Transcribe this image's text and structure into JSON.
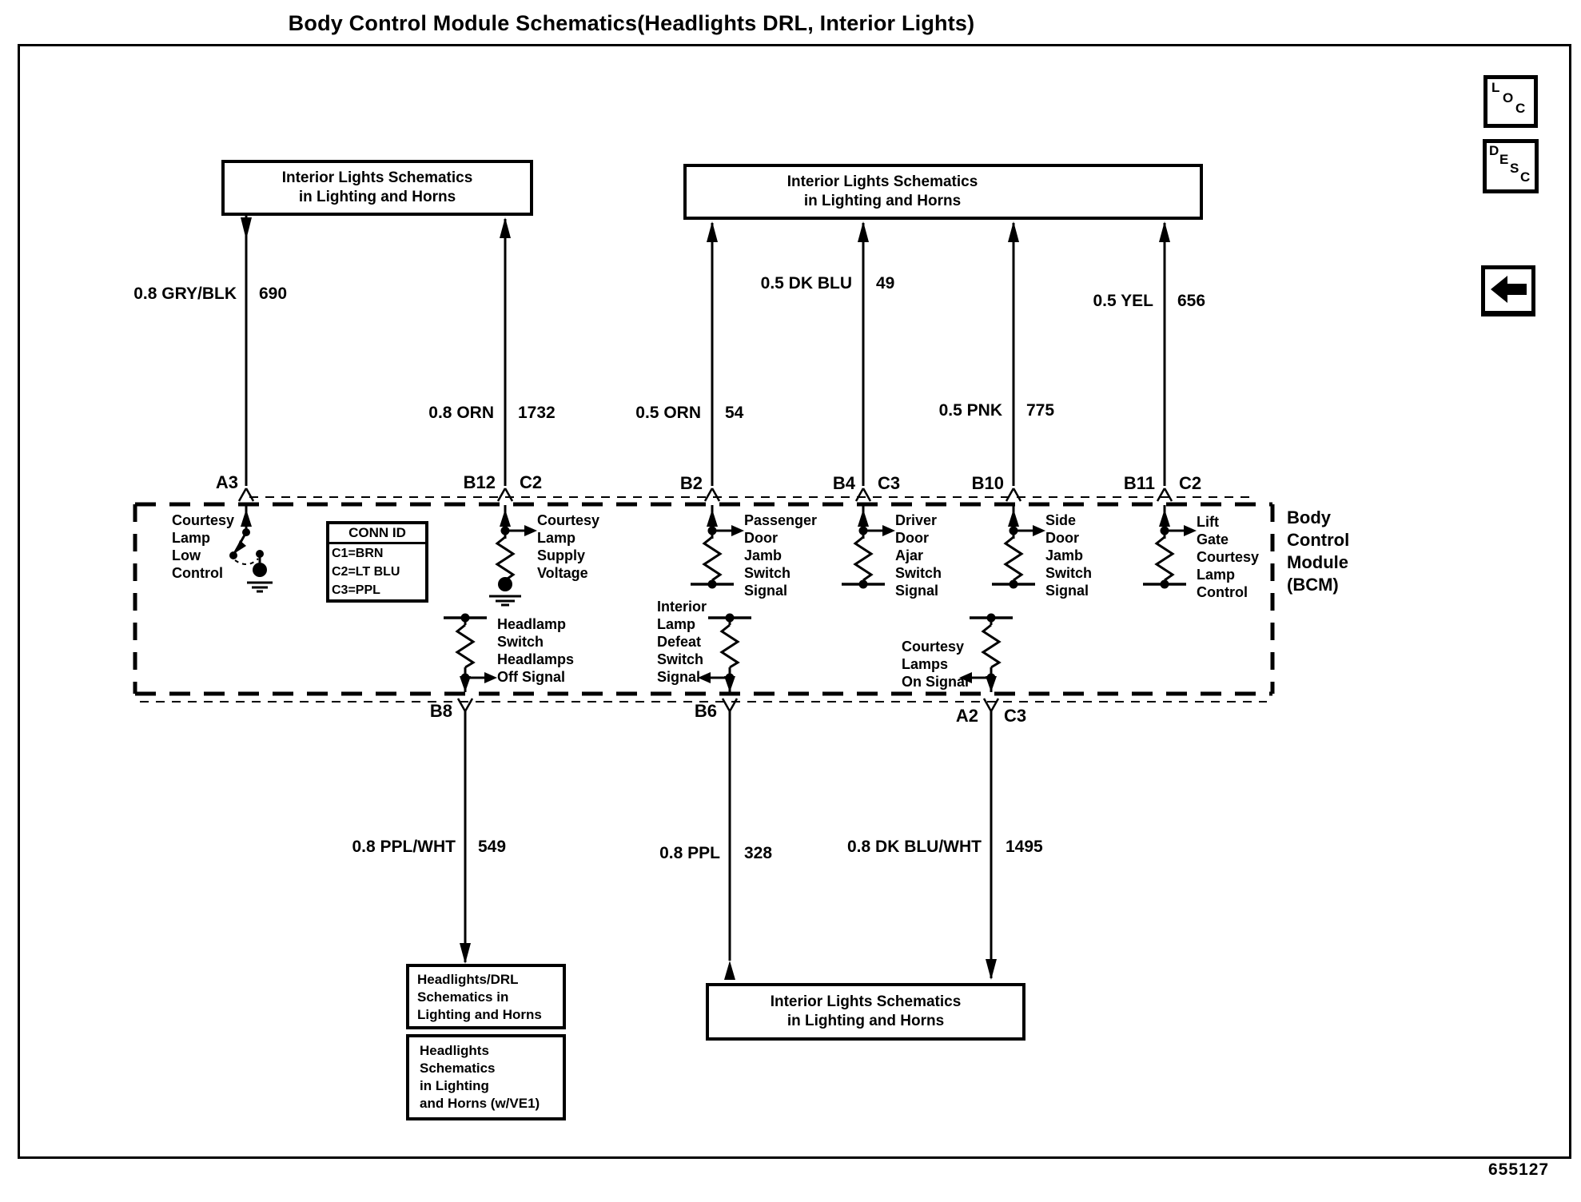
{
  "title": "Body Control Module Schematics(Headlights DRL, Interior Lights)",
  "drawing_number": "655127",
  "toolbar": {
    "loc_chars": [
      "L",
      "O",
      "C"
    ],
    "desc_chars": [
      "D",
      "E",
      "S",
      "C"
    ],
    "back_button": "left-arrow"
  },
  "reference_boxes": {
    "top_left": "Interior Lights Schematics\nin Lighting and Horns",
    "top_right": "Interior Lights Schematics\nin Lighting and Horns",
    "bottom_headlights_drl": "Headlights/DRL\nSchematics in\nLighting and Horns",
    "bottom_headlights_ve1": "Headlights\nSchematics\nin Lighting\nand Horns  (w/VE1)",
    "bottom_interior": "Interior Lights Schematics\nin Lighting and Horns"
  },
  "wires": {
    "gry_blk": {
      "label": "0.8 GRY/BLK",
      "circuit": "690"
    },
    "orn_1732": {
      "label": "0.8 ORN",
      "circuit": "1732"
    },
    "orn_54": {
      "label": "0.5 ORN",
      "circuit": "54"
    },
    "dk_blu_49": {
      "label": "0.5 DK BLU",
      "circuit": "49"
    },
    "pnk_775": {
      "label": "0.5 PNK",
      "circuit": "775"
    },
    "yel_656": {
      "label": "0.5 YEL",
      "circuit": "656"
    },
    "ppl_wht": {
      "label": "0.8 PPL/WHT",
      "circuit": "549"
    },
    "ppl_328": {
      "label": "0.8 PPL",
      "circuit": "328"
    },
    "dk_blu_wht": {
      "label": "0.8 DK BLU/WHT",
      "circuit": "1495"
    }
  },
  "bcm": {
    "label": "Body\nControl\nModule\n(BCM)",
    "conn_id": {
      "title": "CONN ID",
      "rows": [
        "C1=BRN",
        "C2=LT BLU",
        "C3=PPL"
      ]
    },
    "pins": {
      "a3": {
        "pin": "A3",
        "function": "Courtesy\nLamp\nLow\nControl"
      },
      "b12": {
        "pin": "B12",
        "conn": "C2",
        "function": "Courtesy\nLamp\nSupply\nVoltage"
      },
      "b2": {
        "pin": "B2",
        "function": "Passenger\nDoor\nJamb\nSwitch\nSignal"
      },
      "b4": {
        "pin": "B4",
        "conn": "C3",
        "function": "Driver\nDoor\nAjar\nSwitch\nSignal"
      },
      "b10": {
        "pin": "B10",
        "function": "Side\nDoor\nJamb\nSwitch\nSignal"
      },
      "b11": {
        "pin": "B11",
        "conn": "C2",
        "function": "Lift\nGate\nCourtesy\nLamp\nControl"
      },
      "b8": {
        "pin": "B8",
        "function": "Headlamp\nSwitch\nHeadlamps\nOff Signal"
      },
      "b6": {
        "pin": "B6",
        "function": "Interior\nLamp\nDefeat\nSwitch\nSignal"
      },
      "a2": {
        "pin": "A2",
        "conn": "C3",
        "function": "Courtesy\nLamps\nOn Signal"
      }
    }
  }
}
